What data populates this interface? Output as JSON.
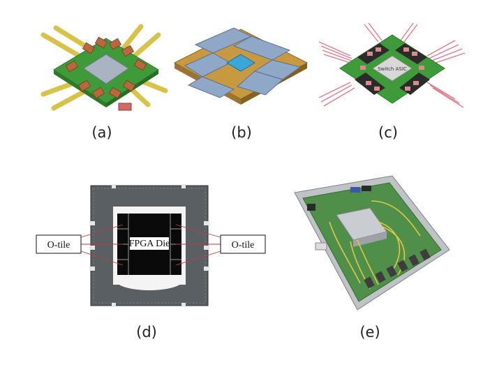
{
  "panels": [
    {
      "caption": "(a)"
    },
    {
      "caption": "(b)"
    },
    {
      "caption": "(c)",
      "chip_text": "Switch ASIC"
    },
    {
      "caption": "(d)",
      "die_label": "FPGA Die",
      "left_tile_label": "O-tile",
      "right_tile_label": "O-tile"
    },
    {
      "caption": "(e)"
    }
  ],
  "colors": {
    "pcb_green": "#3f9a3a",
    "chip_gold": "#c79a42",
    "optic_blue": "#8fa8c8",
    "dark_gray": "#3d3d3d"
  }
}
